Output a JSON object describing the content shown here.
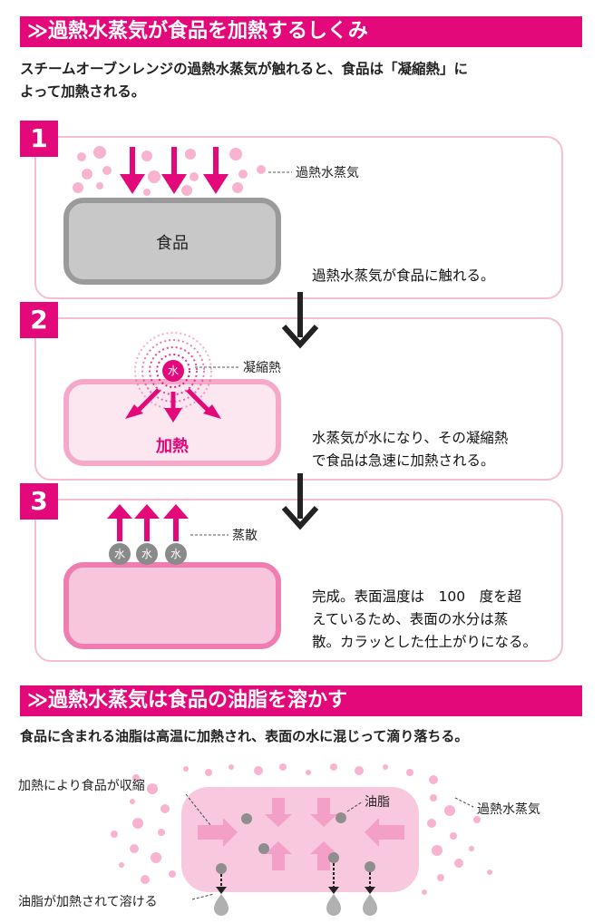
{
  "section1": {
    "title": "≫過熱水蒸気が食品を加熱するしくみ",
    "intro_line1": "スチームオーブンレンジの過熱水蒸気が触れると、食品は「凝縮熱」に",
    "intro_line2": "よって加熱される。"
  },
  "steps": [
    {
      "number": "1",
      "label": "過熱水蒸気",
      "food_label": "食品",
      "caption_line1": "過熱水蒸気が食品に触れる。"
    },
    {
      "number": "2",
      "label": "凝縮熱",
      "food_label": "加熱",
      "water": "水",
      "caption_line1": "水蒸気が水になり、その凝縮熱",
      "caption_line2": "で食品は急速に加熱される。"
    },
    {
      "number": "3",
      "label": "蒸散",
      "water": "水",
      "caption_line1": "完成。表面温度は　100　度を超",
      "caption_line2": "えているため、表面の水分は蒸",
      "caption_line3": "散。カラッとした仕上がりになる。"
    }
  ],
  "section2": {
    "title": "≫過熱水蒸気は食品の油脂を溶かす",
    "intro": "食品に含まれる油脂は高温に加熱され、表面の水に混じって滴り落ちる。",
    "label_shrink": "加熱により食品が収縮",
    "label_fat": "油脂",
    "label_steam": "過熱水蒸気",
    "label_melt": "油脂が加熱されて溶ける"
  },
  "colors": {
    "accent": "#e4097a",
    "panel_border": "#f5bed6",
    "dot": "#f7b3cf",
    "food_gray": "#c8c8c8"
  }
}
